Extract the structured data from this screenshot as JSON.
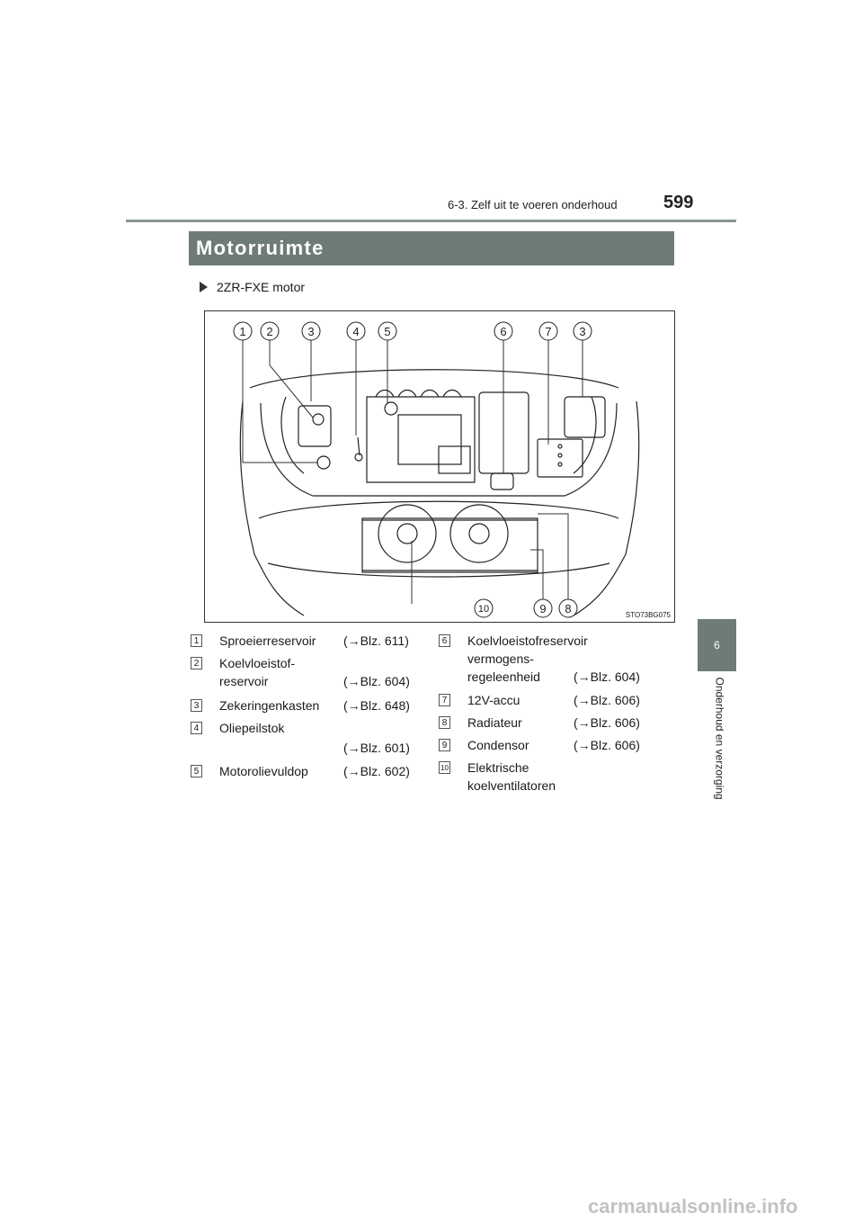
{
  "header": {
    "section": "6-3. Zelf uit te voeren onderhoud",
    "page_number": "599"
  },
  "side_tab": {
    "number": "6",
    "label": "Onderhoud en verzorging"
  },
  "title": "Motorruimte",
  "subtitle": "2ZR-FXE motor",
  "figure": {
    "code": "STO73BG075",
    "callouts_top": [
      "1",
      "2",
      "3",
      "4",
      "5",
      "6",
      "7",
      "3"
    ],
    "callouts_bottom": [
      "10",
      "9",
      "8"
    ]
  },
  "legend_left": [
    {
      "num": "1",
      "lines": [
        "Sproeierreservoir"
      ],
      "ref": "(→Blz.   611)"
    },
    {
      "num": "2",
      "lines": [
        "Koelvloeistof-",
        "reservoir"
      ],
      "ref": "(→Blz.   604)"
    },
    {
      "num": "3",
      "lines": [
        "Zekeringenkasten"
      ],
      "ref": "(→Blz.   648)"
    },
    {
      "num": "4",
      "lines": [
        "Oliepeilstok"
      ],
      "ref": "(→Blz.   601)"
    },
    {
      "num": "5",
      "lines": [
        "Motorolievuldop"
      ],
      "ref": "(→Blz.   602)"
    }
  ],
  "legend_right": [
    {
      "num": "6",
      "lines": [
        "Koelvloeistofreservoir",
        "vermogens-",
        "regeleenheid"
      ],
      "ref": "(→Blz.   604)"
    },
    {
      "num": "7",
      "lines": [
        "12V-accu"
      ],
      "ref": "(→Blz.   606)"
    },
    {
      "num": "8",
      "lines": [
        "Radiateur"
      ],
      "ref": "(→Blz.   606)"
    },
    {
      "num": "9",
      "lines": [
        "Condensor"
      ],
      "ref": "(→Blz.   606)"
    },
    {
      "num": "10",
      "lines": [
        "Elektrische",
        "koelventilatoren"
      ],
      "ref": ""
    }
  ],
  "watermark": "carmanualsonline.info"
}
